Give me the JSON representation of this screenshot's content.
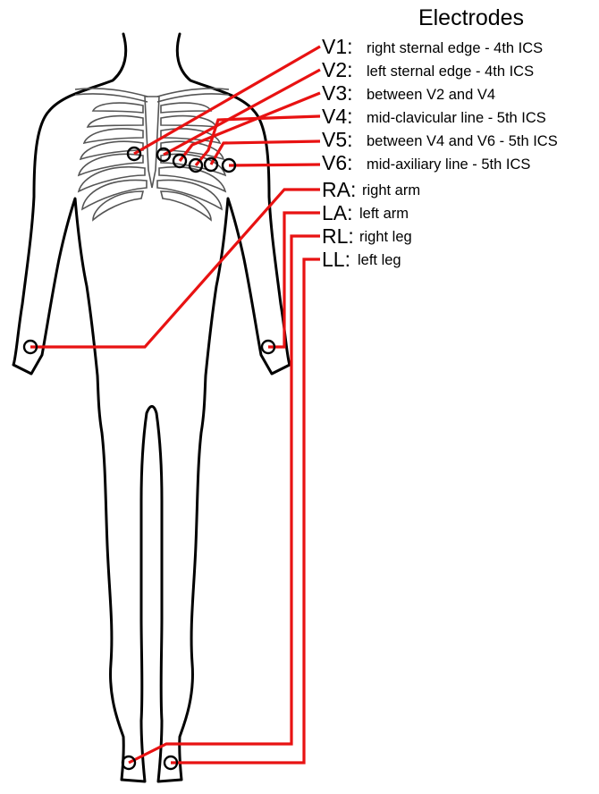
{
  "title": "Electrodes",
  "line_color": "#e81212",
  "electrodes": [
    {
      "code": "V1:",
      "description": "right sternal edge - 4th ICS"
    },
    {
      "code": "V2:",
      "description": "left sternal edge - 4th ICS"
    },
    {
      "code": "V3:",
      "description": "between V2 and V4"
    },
    {
      "code": "V4:",
      "description": "mid-clavicular line - 5th ICS"
    },
    {
      "code": "V5:",
      "description": "between V4 and V6 - 5th ICS"
    },
    {
      "code": "V6:",
      "description": "mid-axiliary line - 5th ICS"
    },
    {
      "code": "RA:",
      "description": "right arm"
    },
    {
      "code": "LA:",
      "description": "left arm"
    },
    {
      "code": "RL:",
      "description": "right leg"
    },
    {
      "code": "LL:",
      "description": "left leg"
    }
  ]
}
